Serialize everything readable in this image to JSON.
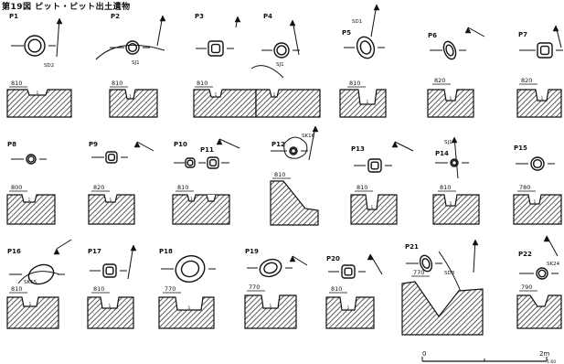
{
  "figure": {
    "title": "第19図 ピット・ピット出土遺物",
    "scale": {
      "zero": "0",
      "end": "2m",
      "ratio": "1:60"
    }
  },
  "pits": [
    {
      "id": "P1",
      "elev": "810",
      "features": [
        "SD2"
      ]
    },
    {
      "id": "P2",
      "elev": "810",
      "features": [
        "SJ1"
      ]
    },
    {
      "id": "P3",
      "elev": "810",
      "features": []
    },
    {
      "id": "P4",
      "elev": "",
      "features": [
        "SJ1"
      ]
    },
    {
      "id": "P5",
      "elev": "810",
      "features": [
        "SD1"
      ]
    },
    {
      "id": "P6",
      "elev": "820",
      "features": []
    },
    {
      "id": "P7",
      "elev": "820",
      "features": []
    },
    {
      "id": "P8",
      "elev": "800",
      "features": []
    },
    {
      "id": "P9",
      "elev": "820",
      "features": []
    },
    {
      "id": "P10",
      "elev": "810",
      "features": []
    },
    {
      "id": "P11",
      "elev": "",
      "features": []
    },
    {
      "id": "P12",
      "elev": "810",
      "features": [
        "SK16"
      ]
    },
    {
      "id": "P13",
      "elev": "810",
      "features": []
    },
    {
      "id": "P14",
      "elev": "810",
      "features": [
        "SJ1"
      ]
    },
    {
      "id": "P15",
      "elev": "780",
      "features": []
    },
    {
      "id": "P16",
      "elev": "810",
      "features": [
        "SK15"
      ]
    },
    {
      "id": "P17",
      "elev": "810",
      "features": []
    },
    {
      "id": "P18",
      "elev": "770",
      "features": []
    },
    {
      "id": "P19",
      "elev": "770",
      "features": []
    },
    {
      "id": "P20",
      "elev": "810",
      "features": []
    },
    {
      "id": "P21",
      "elev": "770",
      "features": [
        "SD3"
      ]
    },
    {
      "id": "P22",
      "elev": "790",
      "features": [
        "SK24"
      ]
    }
  ],
  "section_marker": "1"
}
